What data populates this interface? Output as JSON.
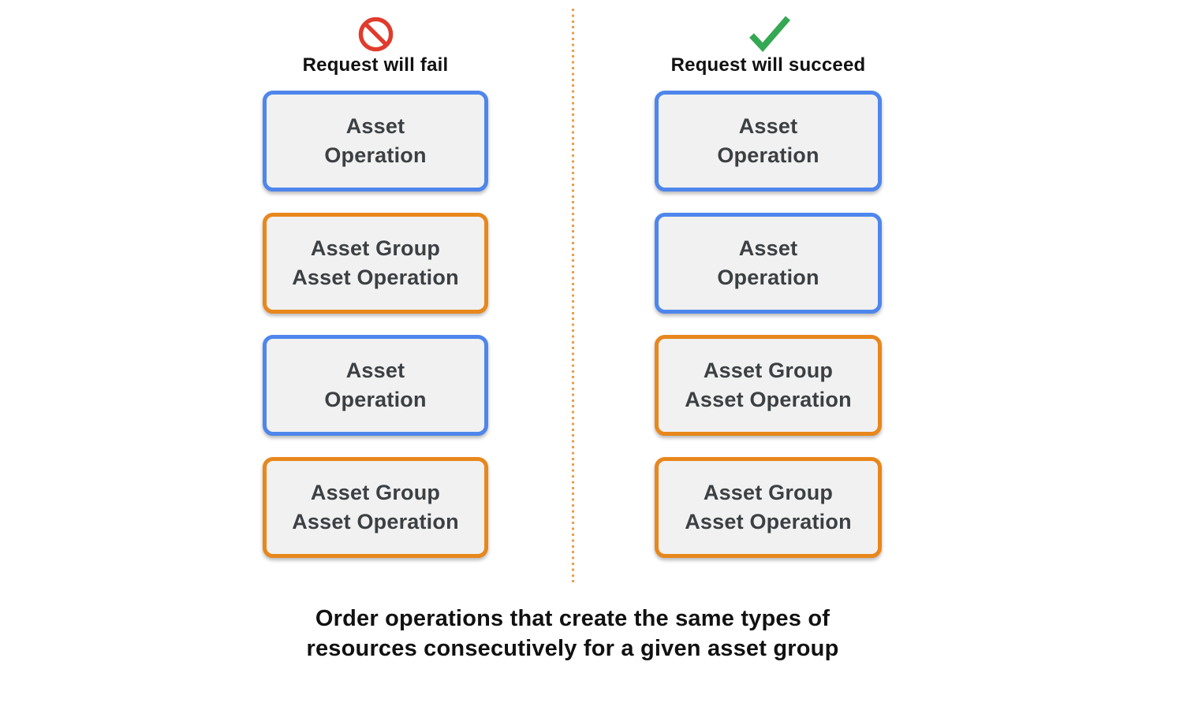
{
  "colors": {
    "blue_border": "#4E86EC",
    "orange_border": "#E8871C",
    "box_fill": "#F1F1F1",
    "box_text": "#3C4043",
    "fail_red": "#E03B2C",
    "success_green": "#34A853",
    "divider_orange": "#EE9D47",
    "heading_text": "#111111"
  },
  "columns": [
    {
      "id": "fail",
      "icon": "prohibited-icon",
      "title": "Request will fail",
      "boxes": [
        {
          "label": "Asset\nOperation",
          "type": "asset_operation"
        },
        {
          "label": "Asset Group\nAsset Operation",
          "type": "asset_group_asset_operation"
        },
        {
          "label": "Asset\nOperation",
          "type": "asset_operation"
        },
        {
          "label": "Asset Group\nAsset Operation",
          "type": "asset_group_asset_operation"
        }
      ]
    },
    {
      "id": "succeed",
      "icon": "checkmark-icon",
      "title": "Request will succeed",
      "boxes": [
        {
          "label": "Asset\nOperation",
          "type": "asset_operation"
        },
        {
          "label": "Asset\nOperation",
          "type": "asset_operation"
        },
        {
          "label": "Asset Group\nAsset Operation",
          "type": "asset_group_asset_operation"
        },
        {
          "label": "Asset Group\nAsset Operation",
          "type": "asset_group_asset_operation"
        }
      ]
    }
  ],
  "caption": "Order operations that create the same types of\nresources consecutively for a given asset group"
}
